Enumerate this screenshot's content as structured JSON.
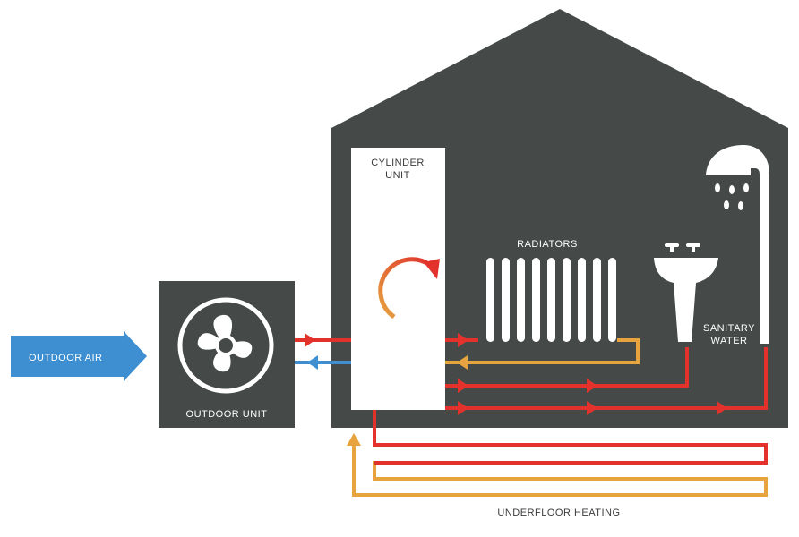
{
  "labels": {
    "outdoor_air": "OUTDOOR AIR",
    "outdoor_unit": "OUTDOOR UNIT",
    "cylinder_line1": "CYLINDER",
    "cylinder_line2": "UNIT",
    "radiators": "RADIATORS",
    "sanitary_line1": "SANITARY",
    "sanitary_line2": "WATER",
    "underfloor": "UNDERFLOOR HEATING"
  },
  "colors": {
    "house": "#454a49",
    "outdoor_unit": "#454a49",
    "air_arrow": "#3d8fd1",
    "flow_hot": "#e2322b",
    "flow_return": "#e6a33e",
    "flow_cold": "#3d8fd1",
    "white": "#ffffff",
    "label_text": "#3b3b3b"
  },
  "icons": {
    "fan": "fan-icon",
    "shower": "shower-icon",
    "sink": "sink-icon",
    "radiator": "radiator-icon",
    "cycle": "circular-arrow-icon"
  }
}
